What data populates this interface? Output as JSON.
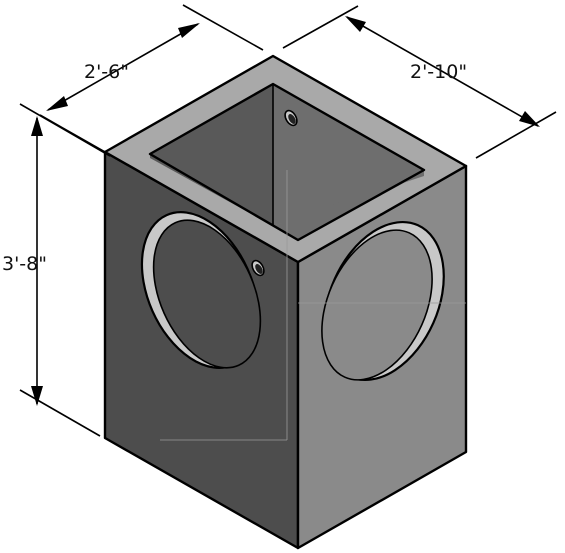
{
  "drawing": {
    "object": "box",
    "dimensions": {
      "width_label": "2'-6\"",
      "depth_label": "2'-10\"",
      "height_label": "3'-8\""
    },
    "colors": {
      "left_face": "#4d4d4d",
      "right_face": "#8a8a8a",
      "top_rim": "#a9a9a9",
      "interior_back": "#6e6e6e",
      "interior_side": "#595959",
      "hole_bevel": "#c8c8c8",
      "background": "#ffffff",
      "line": "#000000"
    }
  }
}
